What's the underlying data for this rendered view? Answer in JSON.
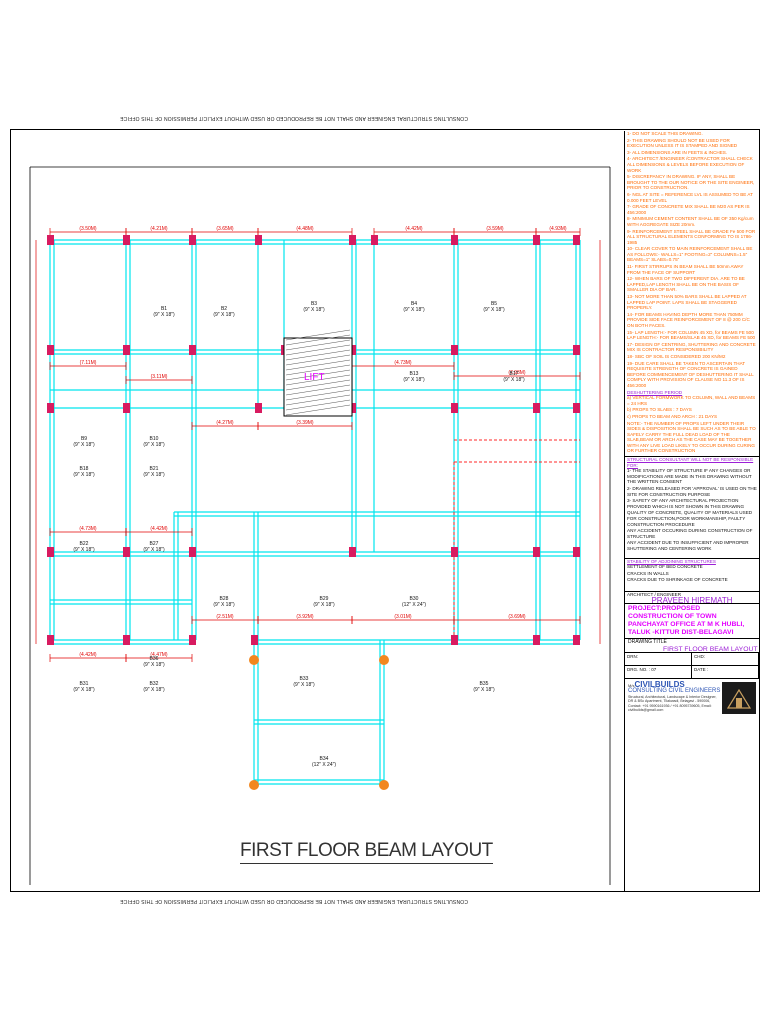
{
  "margin_note": "CONSULTING STRUCTURAL ENGINEER AND SHALL NOT BE REPRODUCED OR USED WITHOUT EXPLICIT PERMISSION OF THIS OFFICE",
  "drawing_title": "FIRST FLOOR BEAM LAYOUT",
  "plan": {
    "lift_label": "LIFT",
    "beams": [
      {
        "id": "B1",
        "size": "(9\" X 18\")"
      },
      {
        "id": "B2",
        "size": "(9\" X 18\")"
      },
      {
        "id": "B3",
        "size": "(9\" X 18\")"
      },
      {
        "id": "B4",
        "size": "(9\" X 18\")"
      },
      {
        "id": "B5",
        "size": "(9\" X 18\")"
      },
      {
        "id": "B9",
        "size": "(9\" X 18\")"
      },
      {
        "id": "B10",
        "size": "(9\" X 18\")"
      },
      {
        "id": "B13",
        "size": "(9\" X 18\")"
      },
      {
        "id": "B17",
        "size": "(9\" X 18\")"
      },
      {
        "id": "B18",
        "size": "(9\" X 18\")"
      },
      {
        "id": "B21",
        "size": "(9\" X 18\")"
      },
      {
        "id": "B22",
        "size": "(9\" X 18\")"
      },
      {
        "id": "B27",
        "size": "(9\" X 18\")"
      },
      {
        "id": "B28",
        "size": "(9\" X 18\")"
      },
      {
        "id": "B29",
        "size": "(9\" X 18\")"
      },
      {
        "id": "B30",
        "size": "(12\" X 24\")"
      },
      {
        "id": "B31",
        "size": "(9\" X 18\")"
      },
      {
        "id": "B32",
        "size": "(9\" X 18\")"
      },
      {
        "id": "B33",
        "size": "(9\" X 18\")"
      },
      {
        "id": "B34",
        "size": "(12\" X 24\")"
      },
      {
        "id": "B35",
        "size": "(9\" X 18\")"
      },
      {
        "id": "B36",
        "size": "(9\" X 18\")"
      }
    ],
    "dimensions": [
      "3.50M",
      "4.21M",
      "3.65M",
      "4.48M",
      "4.42M",
      "3.59M",
      "4.93M",
      "7.11M",
      "3.11M",
      "4.27M",
      "3.39M",
      "4.73M",
      "7.93M",
      "4.73M",
      "4.42M",
      "2.51M",
      "3.92M",
      "3.01M",
      "3.69M",
      "4.42M",
      "4.47M"
    ]
  },
  "notes": {
    "general": [
      "1- DO NOT SCALE THIS DRAWING.",
      "2- THIS DRAWING SHOULD NOT BE USED FOR EXECUTION UNLESS IT IS STAMPED AND SIGNED",
      "3- ALL DIMENSIONS ARE IN FEETS & INCHES.",
      "4- ARCHITECT /ENGINEER /CONTRACTOR SHALL CHECK ALL DIMENSIONS & LEVELS BEFORE EXECUTION OF WORK",
      "5- DISCREPANCY IN DRAWING. IF ANY, SHALL BE BROUGHT TO THE OUR NOTICE OR THE SITE ENGINEER, PRIOR TO CONSTRUCTION.",
      "6- NGL AT SITE = REFERENCE LVL IS ASSUMED TO BE AT 0.000 FEET LEVEL",
      "7- GRADE OF CONCRETE MIX SHALL BE M20 AS PER IS 456:2000",
      "8- MINIMUM CEMENT CONTENT SHALL BE OF 350 Kg/cum WITH AGGREGATE SIZE 20mm.",
      "9- REINFORCEMENT STEEL SHALL BE GRADE Fe 500 FOR ALL STRUCTURAL ELEMENTS CONFORMING TO IS 1786-1985",
      "10- CLEAR COVER TO MAIN REINFORCEMENT SHALL BE AS FOLLOWS:- WALLS=1\" FOOTING=2\" COLUMNS=1.5\" BEAMS=1\" SLABS=0.75\"",
      "11- FIRST STIRRUPS IN BEAM SHALL BE 50mm AWAY FROM THE FACE OF SUPPORT",
      "12- WHEN BARS OF TWO DIFFERENT DIA. ARE TO BE LAPPED,LAP LENGTH SHALL BE ON THE BASIS OF SMALLER DIA OF BAR.",
      "13- NOT MORE THAN 50% BARS SHALL BE LAPPED AT LAPPED LAP POINT. LAPS SHALL BE STAGGERED PROPERLY.",
      "14- FOR BEAMS HAVING DEPTH MORE THAN 750MM PROVIDE SIDE FACE REINFORCEMENT OF 8 @ 200 C/C ON BOTH FACES.",
      "15- LAP LENGTH:- FOR COLUMN 45 XD, for BEAMS FE 500 LAP LENGTH:- FOR BEAMS/SLAB 45 XD, for BEAMS FE 500",
      "17- DESIGN OF CENTRING, SHUTTERING AND CONCRETE MIX IS CONTRACTOR RESPONSIBILITY",
      "18- SBC OF SOIL IS CONSIDERED 200 KN/M2",
      "19- DUE CARE SHALL BE TAKEN TO ASCERTAIN THAT REQUISITE STRENGTH OF CONCRETE IS GAINED BEFORE COMMENCEMENT OF DESHUTTERING IT SHALL COMPLY WITH PROVISION OF CLAUSE NO 11.3 OF IS 456:2000"
    ],
    "deshuttering_title": "DESHUTTERING PERIOD",
    "deshuttering": [
      "a) VERTICAL FORMWORK TO COLUMN, WALL AND BEAMS = 24 HRS",
      "b) PROPS TO SLABS : 7 DAYS",
      "c) PROPS TO BEAM AND ARCH : 21 DAYS",
      "NOTE:- THE NUMBER OF PROPS LEFT UNDER THEIR SIDES & DISPOSITION SHALL BE SUCH AS TO BE ABLE TO SAFELY CARRY THE FULL DEAD LOAD OF THE SLAB,BEAM OR ARCH AS THE CASE MAY BE TOGETHER WITH ANY LIVE LOAD LIKELY TO OCCUR DURING CURING OR FURTHER CONSTRUCTION"
    ],
    "consultant_title": "STRUCTURAL CONSULTANT WILL NOT BE RESPONSIBLE FOR:",
    "consultant": [
      "1- THE STABILITY OF STRUCTURE IF ANY CHANGES OR MODIFICATIONS ARE MADE IN THIS DRAWING WITHOUT THE WRITTEN CONSENT",
      "2- DRAWING RELEASED FOR 'APPROVAL' IS USED ON THE SITE FOR CONSTRUCTION PURPOSE",
      "3- SAFETY OF ANY ARCHITECTURAL PROJECTION PROVIDED WHICH IS NOT SHOWN IN THIS DRAWING",
      "QUALITY OF CONCRETE, QUALITY OF MATERIALS USED FOR CONSTRUCTION,POOR WORKMANSHIP, FAULTY CONSTRUCTION PROCEDURE",
      "ANY ACCIDENT OCCURING DURING CONSTRUCTION OF STRUCTURE",
      "ANY ACCIDENT DUE TO INSUFFICIENT AND IMPROPER SHUTTERING AND CENTERING WORK"
    ],
    "adjoining_title": "STABILITY OF ADJOINING STRUCTURES",
    "adjoining": [
      "SETTLEMENT OF BED CONCRETE",
      "CRACKS IN WALLS",
      "CRACKS DUE TO SHRINKAGE OF CONCRETE"
    ]
  },
  "title_block": {
    "architect_label": "ARCHITECT / ENGINEER",
    "designer": "PRAVEEN HIREMATH",
    "project": "PROJECT:PROPOSED CONSTRUCTION OF TOWN PANCHAYAT OFFICE AT M K HUBLI, TALUK -KITTUR DIST-BELAGAVI",
    "drawing_title_label": "DRAWING TITLE",
    "drawing_title": "FIRST FLOOR BEAM LAYOUT",
    "drn_label": "DRN:",
    "chd_label": "CHD:",
    "drg_label": "DRG. NO. : 07",
    "date_label": "DATE :",
    "company_prefix": "M/s",
    "company_name": "CIVILBUILDS",
    "company_sub": "CONSULTING CIVIL ENGINEERS",
    "company_addr": "Structural, Architectural, Landscape & Interior Designer, DR & BSc Apartment, Tilakwadi, Belagavi - 590006, Contact: +91 9590161936 / +91 8095739605, Email: civilbuilds@gmail.com"
  },
  "colors": {
    "beam": "#00e5ee",
    "column": "#d81b60",
    "dimension": "#e00000",
    "note_orange": "#ff6a00",
    "accent_purple": "#9c1fd6"
  }
}
